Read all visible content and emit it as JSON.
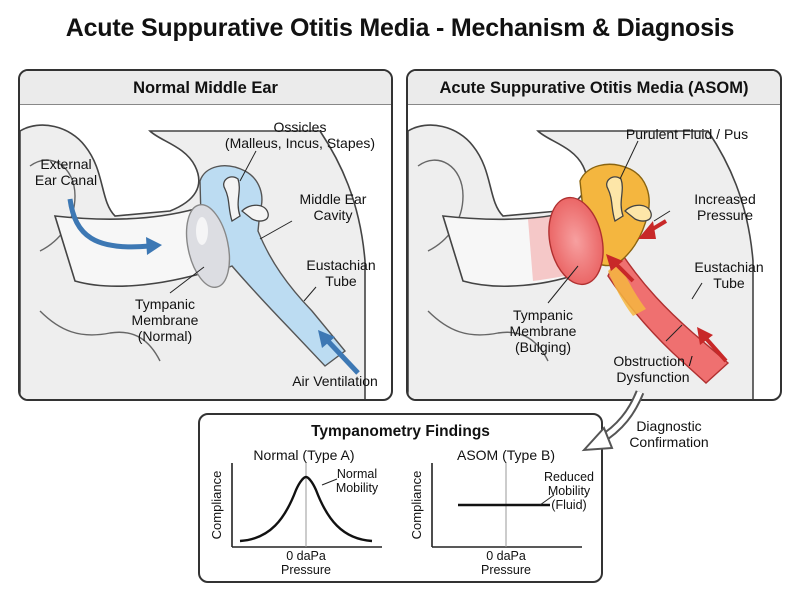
{
  "title": "Acute Suppurative Otitis Media - Mechanism & Diagnosis",
  "panels": {
    "normal": {
      "header": "Normal Middle Ear",
      "labels": {
        "ossicles": [
          "Ossicles",
          "(Malleus, Incus, Stapes)"
        ],
        "external_canal": [
          "External",
          "Ear Canal"
        ],
        "middle_ear_cavity": [
          "Middle Ear",
          "Cavity"
        ],
        "eustachian_tube": [
          "Eustachian",
          "Tube"
        ],
        "tympanic_membrane": [
          "Tympanic",
          "Membrane",
          "(Normal)"
        ],
        "air_ventilation": "Air Ventilation"
      }
    },
    "asom": {
      "header": "Acute Suppurative Otitis Media (ASOM)",
      "labels": {
        "purulent_fluid": "Purulent Fluid / Pus",
        "increased_pressure": [
          "Increased",
          "Pressure"
        ],
        "eustachian_tube": [
          "Eustachian",
          "Tube"
        ],
        "tympanic_membrane": [
          "Tympanic",
          "Membrane",
          "(Bulging)"
        ],
        "obstruction": [
          "Obstruction /",
          "Dysfunction"
        ]
      }
    }
  },
  "arrow_label": [
    "Diagnostic",
    "Confirmation"
  ],
  "tympanometry": {
    "title": "Tympanometry Findings",
    "charts": [
      {
        "title": "Normal (Type A)",
        "ylabel": "Compliance",
        "xlabel": [
          "0 daPa",
          "Pressure"
        ],
        "annotation": [
          "Normal",
          "Mobility"
        ]
      },
      {
        "title": "ASOM (Type B)",
        "ylabel": "Compliance",
        "xlabel": [
          "0 daPa",
          "Pressure"
        ],
        "annotation": [
          "Reduced",
          "Mobility",
          "(Fluid)"
        ]
      }
    ]
  },
  "colors": {
    "air": "#bcdcf2",
    "air_arrow": "#3d78b4",
    "pus": "#f4b63f",
    "inflamed": "#ef7070",
    "skin": "#eeeeee",
    "outline": "#444444"
  }
}
